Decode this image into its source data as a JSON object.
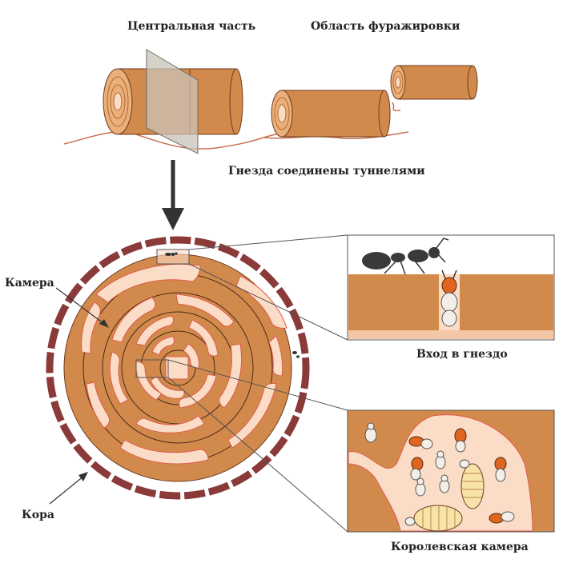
{
  "labels": {
    "central_part": "Центральная часть",
    "foraging_area": "Область фуражировки",
    "tunnels_note": "Гнезда соединены туннелями",
    "chamber": "Камера",
    "bark": "Кора",
    "nest_entrance": "Вход в гнездо",
    "royal_chamber": "Королевская камера"
  },
  "colors": {
    "wood": "#d28a4c",
    "wood_dark": "#b8652e",
    "wood_light": "#e9b07a",
    "bark": "#8b3a3a",
    "gallery": "#fbdcc6",
    "outline": "#6e3b1f",
    "glass": "#c9c3b7"
  }
}
